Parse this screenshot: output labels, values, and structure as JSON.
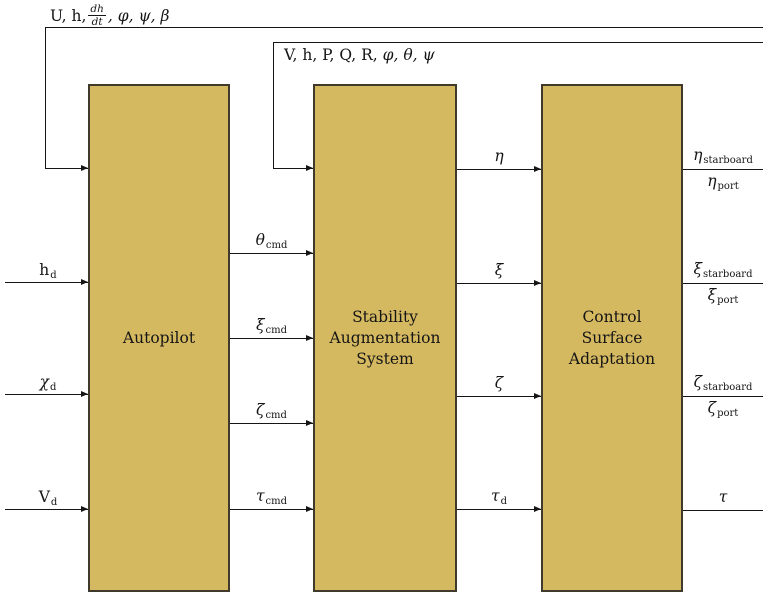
{
  "colors": {
    "block_fill": "#d5b961",
    "block_border": "#3f3a2c",
    "line_color": "#151515",
    "background": "#ffffff"
  },
  "blocks": {
    "autopilot": {
      "label": "Autopilot"
    },
    "sas": {
      "lines": [
        "Stability",
        "Augmentation",
        "System"
      ]
    },
    "csa": {
      "lines": [
        "Control",
        "Surface",
        "Adaptation"
      ]
    }
  },
  "feedback": {
    "autopilot_loop": {
      "pre": "U, h,",
      "frac_num": "dh",
      "frac_den": "dt",
      "post": ", φ, ψ, β"
    },
    "sas_loop": {
      "pre": "V, h, P, Q, R,",
      "greek": " φ, θ, ψ"
    }
  },
  "inputs": {
    "h_d": {
      "base": "h",
      "sub": "d"
    },
    "chi_d": {
      "base": "χ",
      "sub": "d"
    },
    "v_d": {
      "base": "V",
      "sub": "d"
    }
  },
  "autopilot_to_sas": {
    "theta_cmd": {
      "base": "θ",
      "sub": "cmd"
    },
    "xi_cmd": {
      "base": "ξ",
      "sub": "cmd"
    },
    "zeta_cmd": {
      "base": "ζ",
      "sub": "cmd"
    },
    "tau_cmd": {
      "base": "τ",
      "sub": "cmd"
    }
  },
  "sas_to_csa": {
    "eta": {
      "base": "η"
    },
    "xi": {
      "base": "ξ"
    },
    "zeta": {
      "base": "ζ"
    },
    "tau_d": {
      "base": "τ",
      "sub": "d"
    }
  },
  "outputs": {
    "eta_starboard": {
      "base": "η",
      "sub": "starboard"
    },
    "eta_port": {
      "base": "η",
      "sub": "port"
    },
    "xi_starboard": {
      "base": "ξ",
      "sub": "starboard"
    },
    "xi_port": {
      "base": "ξ",
      "sub": "port"
    },
    "zeta_starboard": {
      "base": "ζ",
      "sub": "starboard"
    },
    "zeta_port": {
      "base": "ζ",
      "sub": "port"
    },
    "tau": {
      "base": "τ"
    }
  }
}
